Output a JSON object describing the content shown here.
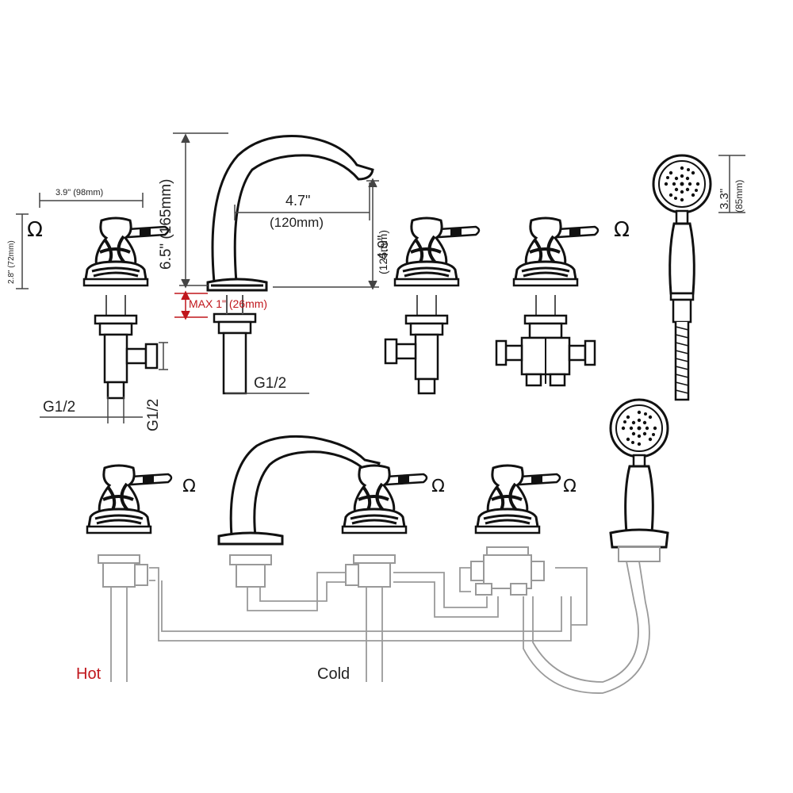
{
  "dimensions": {
    "handle_width": "3.9\" (98mm)",
    "handle_height": "2.8\" (72mm)",
    "spout_height": "6.5\" (165mm)",
    "spout_reach_in": "4.7\"",
    "spout_reach_mm": "(120mm)",
    "spout_clearance": "4.9\"",
    "spout_clearance_mm": "(125mm)",
    "deck_thickness": "MAX 1\" (26mm)",
    "shower_head_dia": "3.3\"",
    "shower_head_dia_mm": "(85mm)"
  },
  "threads": {
    "valve_outlet": "G1/2",
    "valve_inlet": "G1/2",
    "spout_thread": "G1/2"
  },
  "supply": {
    "hot": "Hot",
    "cold": "Cold"
  },
  "colors": {
    "line": "#111111",
    "dim_line": "#444444",
    "hot": "#c0161c",
    "pipe": "#9a9a9a"
  }
}
